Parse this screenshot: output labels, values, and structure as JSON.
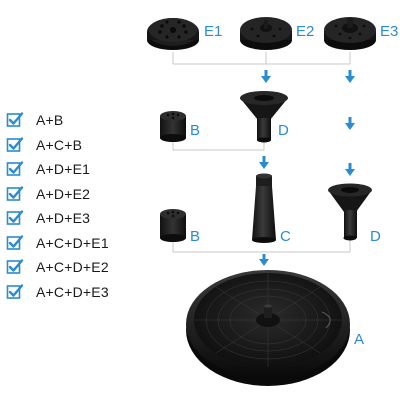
{
  "combinations": [
    "A+B",
    "A+C+B",
    "A+D+E1",
    "A+D+E2",
    "A+D+E3",
    "A+C+D+E1",
    "A+C+D+E2",
    "A+C+D+E3"
  ],
  "part_labels": {
    "e1": "E1",
    "e2": "E2",
    "e3": "E3",
    "b_top": "B",
    "d_top": "D",
    "c": "C",
    "b_mid": "B",
    "d_mid": "D",
    "a": "A"
  },
  "colors": {
    "accent": "#2a8ccf",
    "connector": "#c9c9c9",
    "part_dark": "#1b1b1b",
    "check_blue": "#2a8ccf"
  },
  "icons": {
    "check": "checkbox-checked-icon",
    "arrow": "arrow-down-icon"
  }
}
